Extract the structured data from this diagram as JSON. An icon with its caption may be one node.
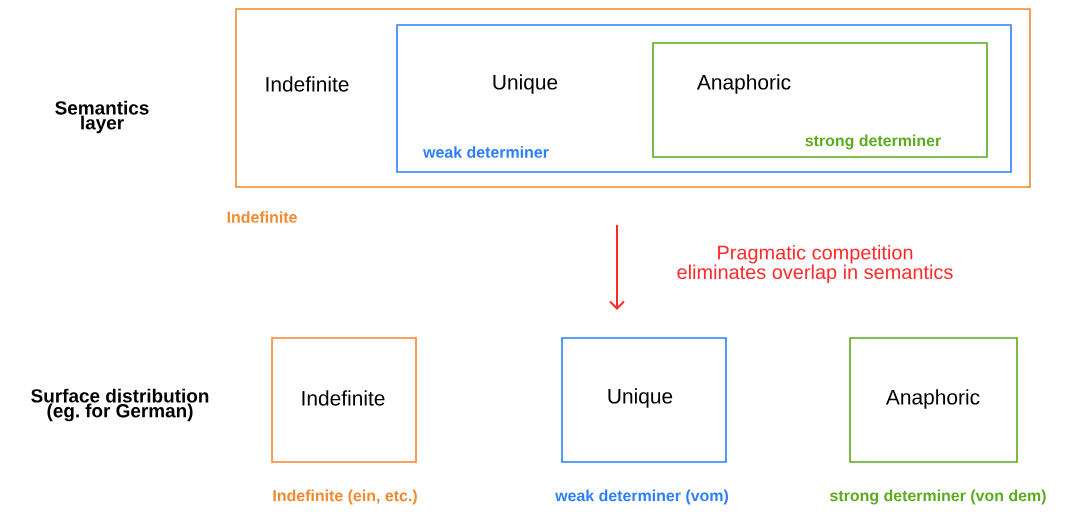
{
  "diagram": {
    "nodes": [
      {
        "text": [
          "Indefinite"
        ],
        "beside": [
          "Indefinite"
        ]
      },
      {
        "text": [
          "Unique",
          "weak determiner"
        ],
        "in": 0
      },
      {
        "text": [
          "Anaphoric",
          "strong determiner"
        ],
        "in": 1
      },
      {
        "text": [
          "Indefinite"
        ],
        "beside": [
          "Indefinite (ein, etc.)"
        ]
      },
      {
        "text": [
          "Unique"
        ],
        "beside": [
          "weak determiner (vom)"
        ]
      },
      {
        "text": [
          "Anaphoric"
        ],
        "beside": [
          "strong determiner (von dem)"
        ]
      }
    ],
    "labels": [
      "Semantics layer",
      "Surface distribution (eg. for German)",
      "Pragmatic competition eliminates overlap in semantics"
    ]
  }
}
